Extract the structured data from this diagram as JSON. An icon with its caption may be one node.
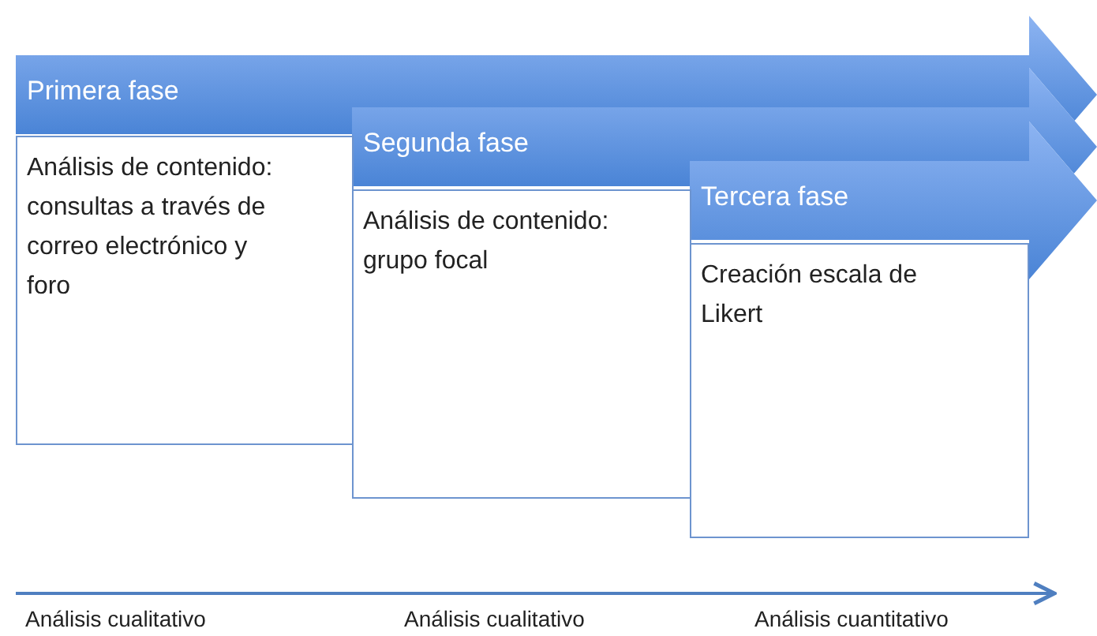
{
  "diagram": {
    "nodes": [
      {
        "text": [
          "Primera fase"
        ]
      },
      {
        "text": [
          "Análisis de contenido: consultas a través de correo electrónico y foro"
        ]
      },
      {
        "text": [
          "Segunda fase"
        ]
      },
      {
        "text": [
          "Análisis de contenido: grupo focal"
        ]
      },
      {
        "text": [
          "Tercera fase"
        ]
      },
      {
        "text": [
          "Creación escala de Likert"
        ]
      }
    ],
    "labels": [
      "Análisis cualitativo",
      "Análisis cualitativo",
      "Análisis cuantitativo"
    ]
  }
}
